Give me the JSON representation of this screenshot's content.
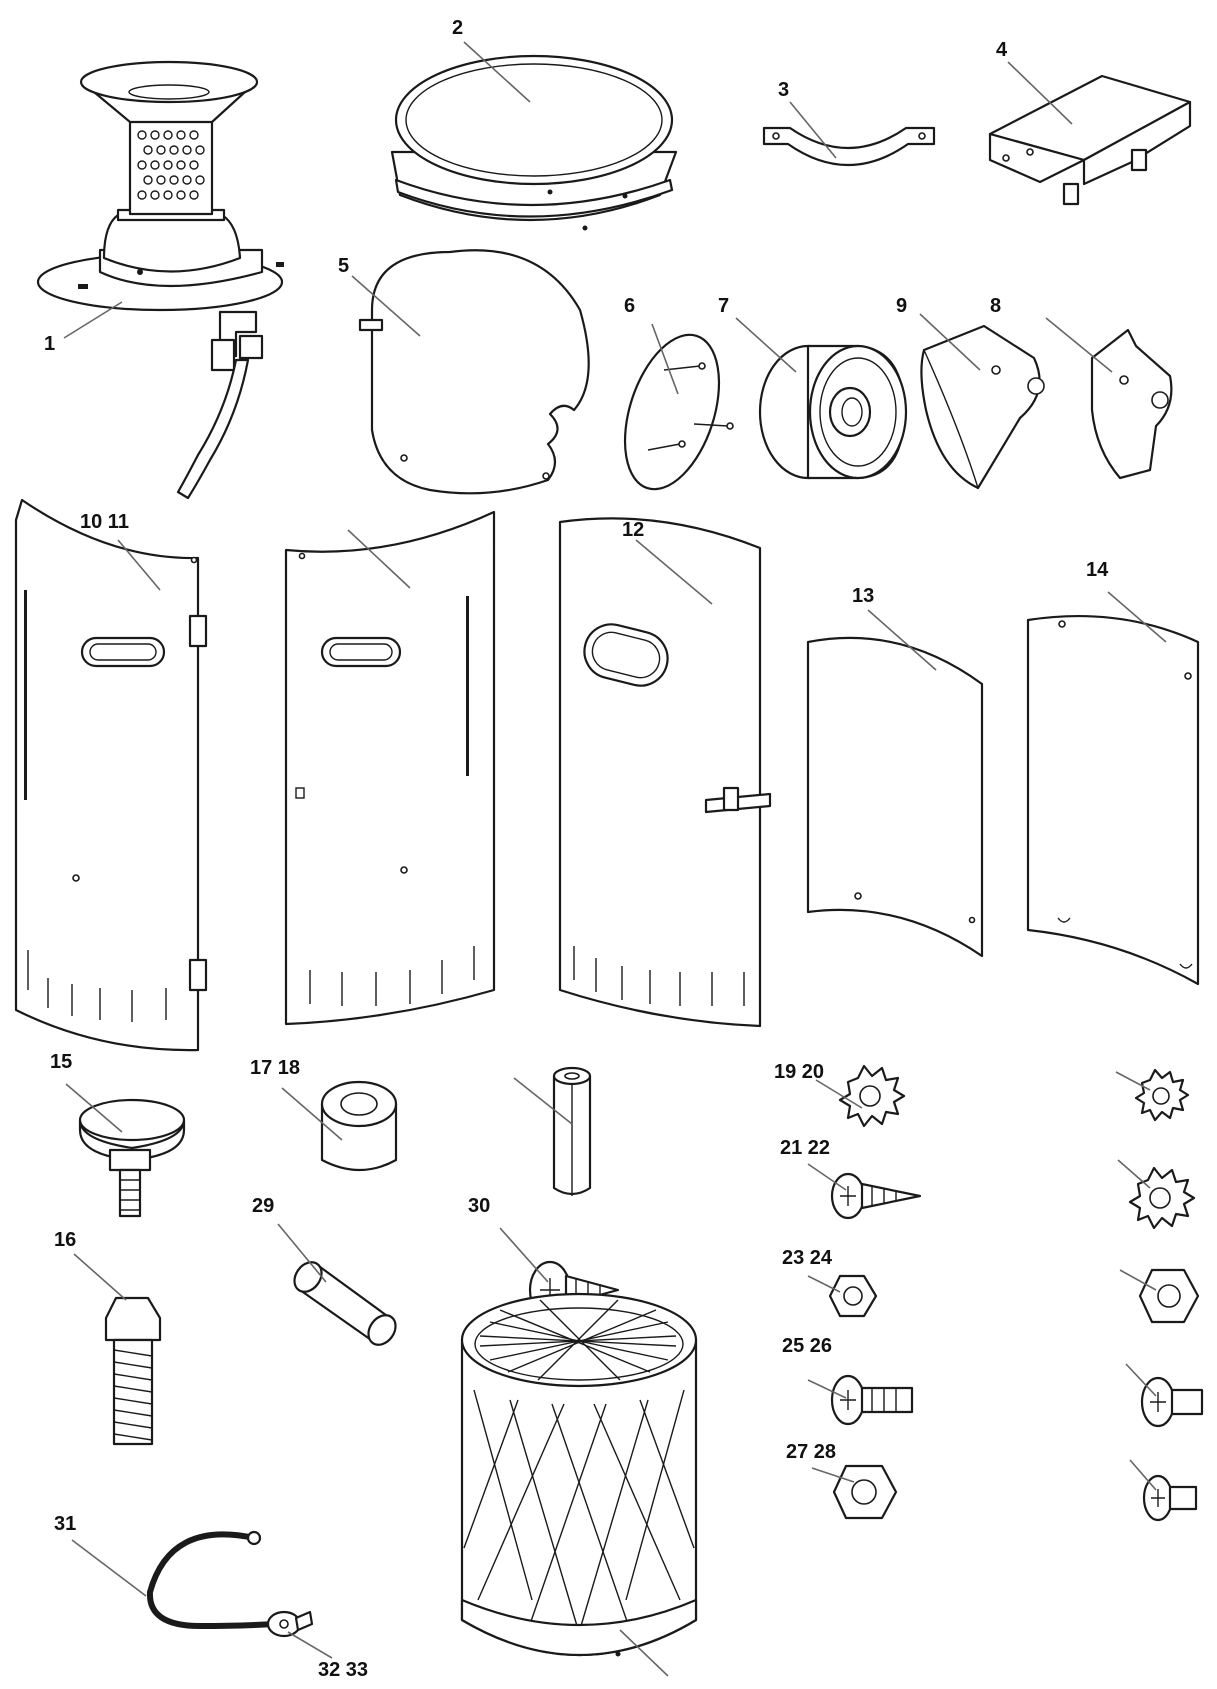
{
  "labels": [
    {
      "id": "p1",
      "text": "1"
    },
    {
      "id": "p2",
      "text": "2"
    },
    {
      "id": "p3",
      "text": "3"
    },
    {
      "id": "p4",
      "text": "4"
    },
    {
      "id": "p5",
      "text": "5"
    },
    {
      "id": "p6",
      "text": "6"
    },
    {
      "id": "p7",
      "text": "7"
    },
    {
      "id": "p9",
      "text": "9"
    },
    {
      "id": "p8",
      "text": "8"
    },
    {
      "id": "p1011",
      "text": "10 11"
    },
    {
      "id": "p12",
      "text": "12"
    },
    {
      "id": "p13",
      "text": "13"
    },
    {
      "id": "p14",
      "text": "14"
    },
    {
      "id": "p15",
      "text": "15"
    },
    {
      "id": "p1718",
      "text": "17 18"
    },
    {
      "id": "p1920",
      "text": "19 20"
    },
    {
      "id": "p2122",
      "text": "21 22"
    },
    {
      "id": "p16",
      "text": "16"
    },
    {
      "id": "p29",
      "text": "29"
    },
    {
      "id": "p30",
      "text": "30"
    },
    {
      "id": "p2324",
      "text": "23 24"
    },
    {
      "id": "p2526",
      "text": "25 26"
    },
    {
      "id": "p2728",
      "text": "27 28"
    },
    {
      "id": "p31",
      "text": "31"
    },
    {
      "id": "p3233",
      "text": "32 33"
    }
  ]
}
